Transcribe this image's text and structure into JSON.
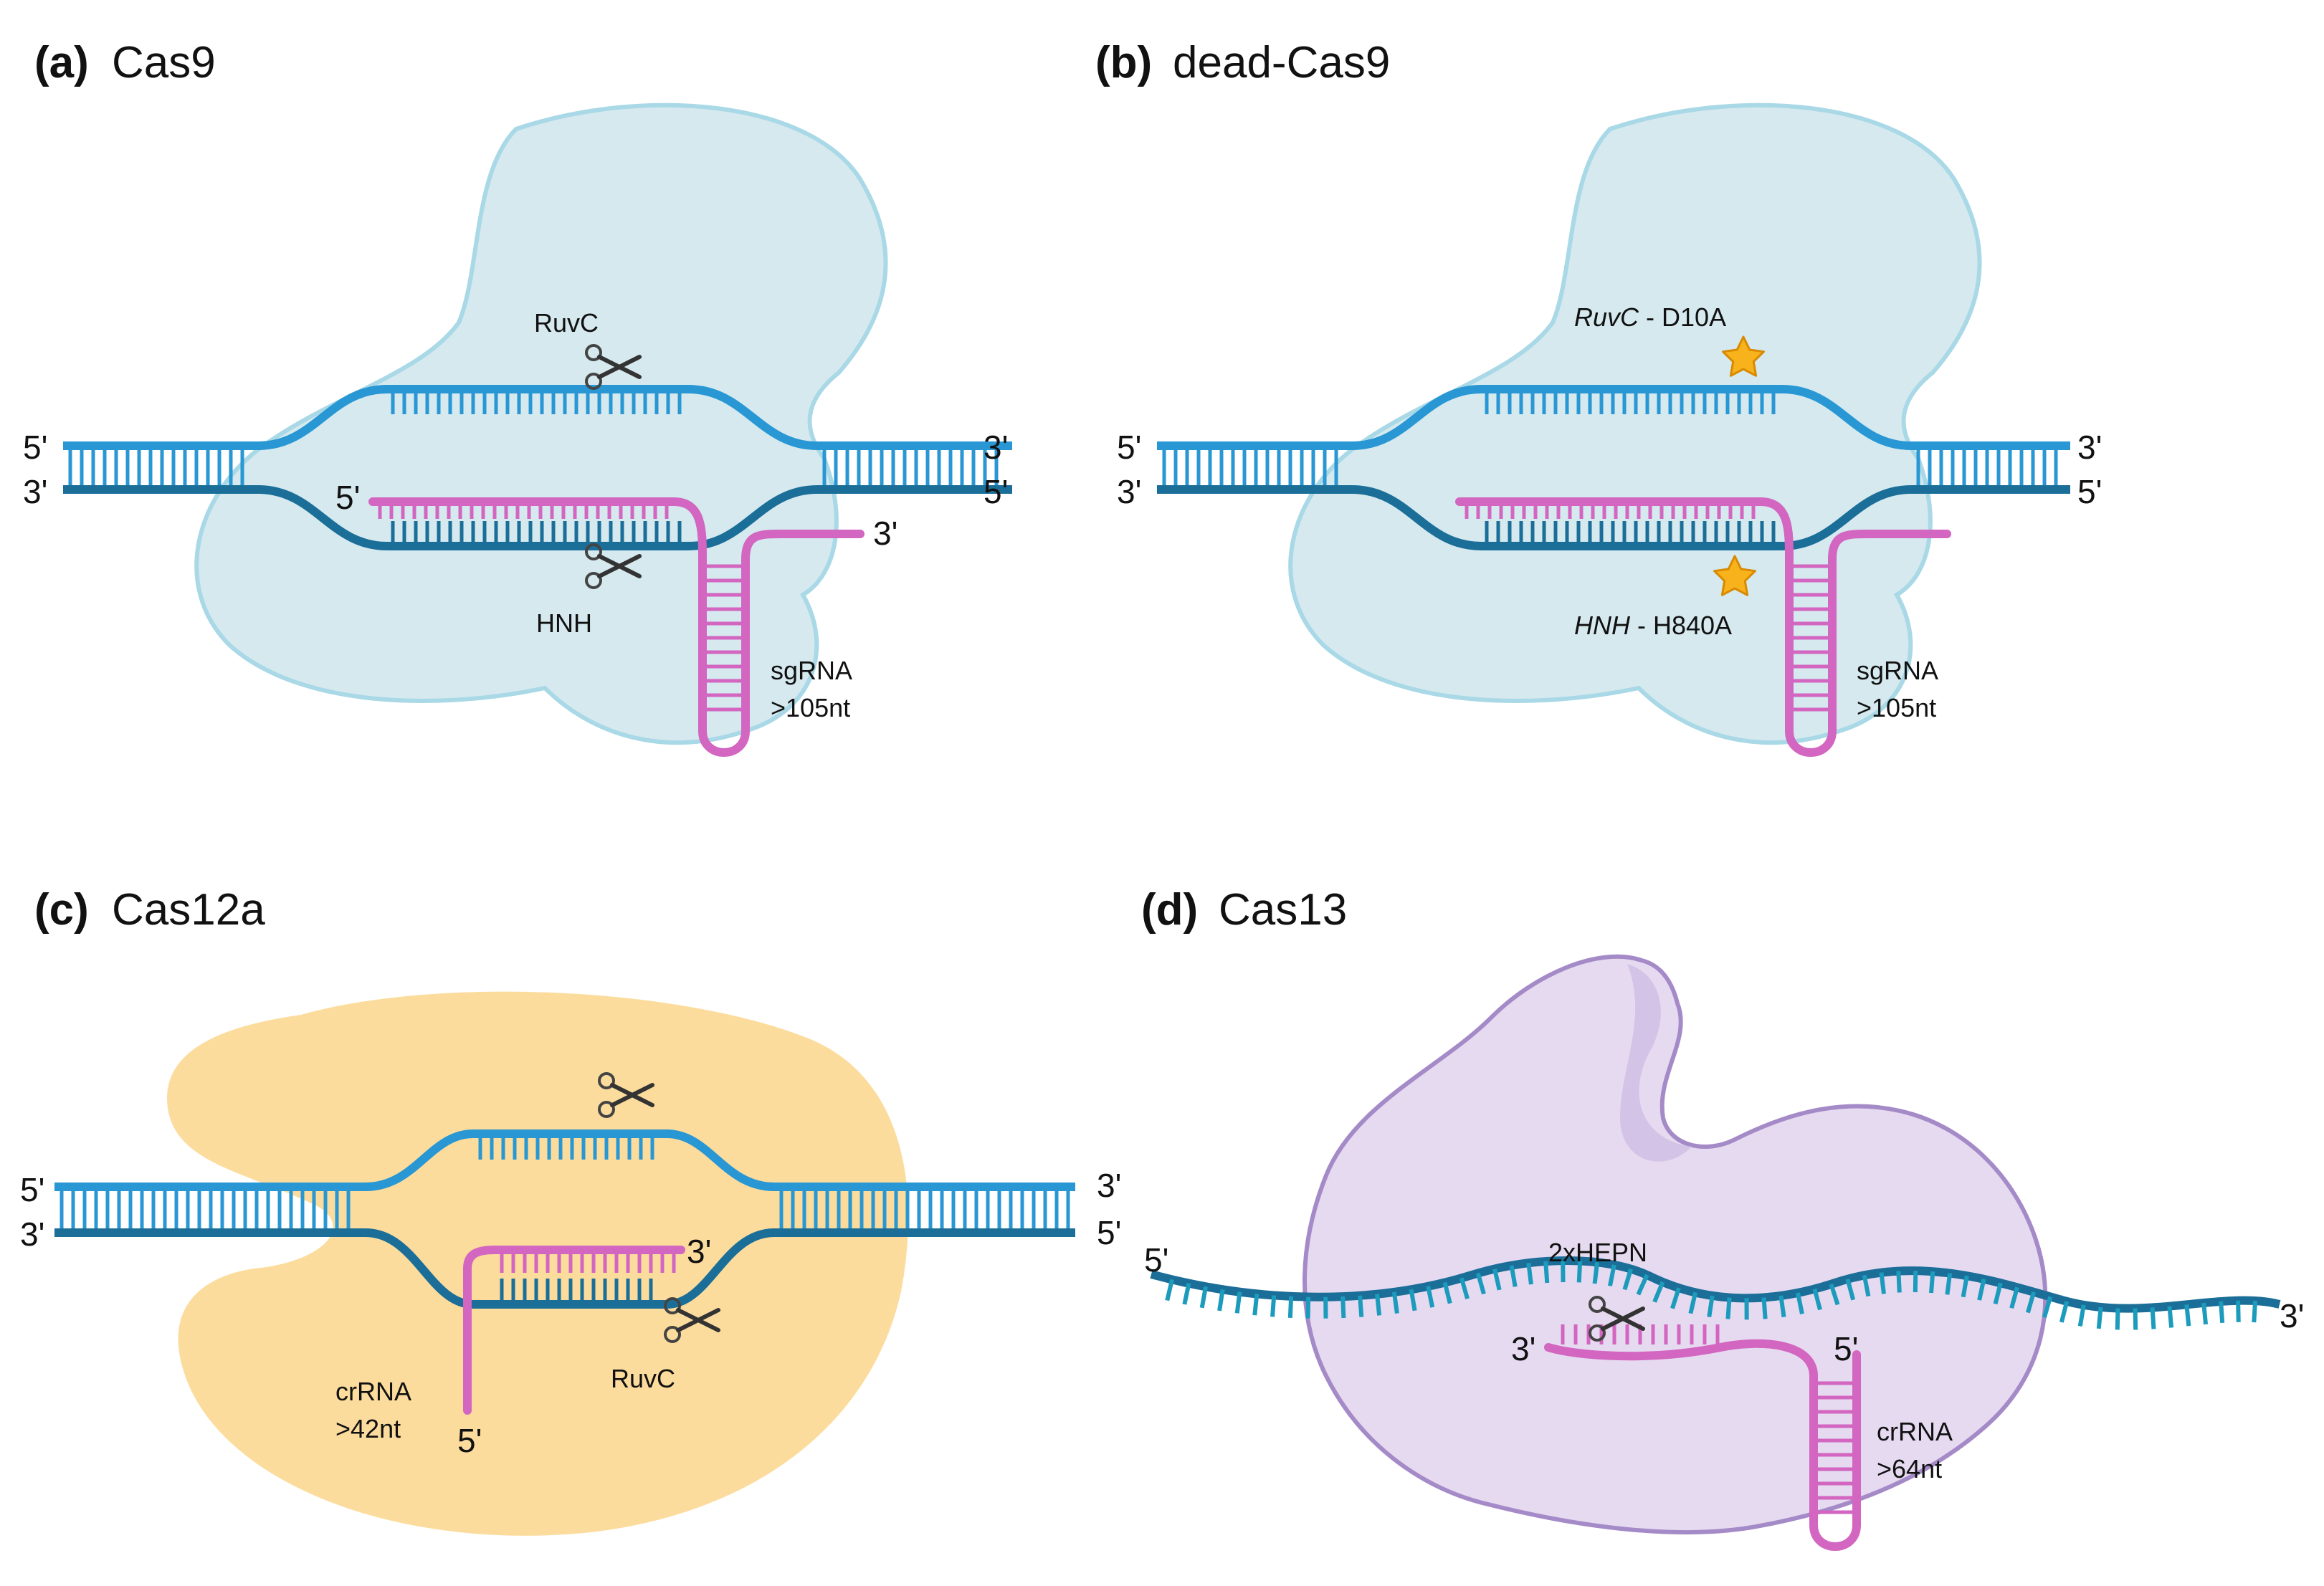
{
  "panels": [
    {
      "letter": "(a)",
      "name": "Cas9",
      "ends": {
        "top_left": "5'",
        "bottom_left": "3'",
        "top_right": "3'",
        "bottom_right": "5'",
        "guide_start": "5'",
        "guide_end": "3'"
      },
      "sites": {
        "top": "RuvC",
        "bottom": "HNH"
      },
      "guide": {
        "name": "sgRNA",
        "length": ">105nt"
      }
    },
    {
      "letter": "(b)",
      "name": "dead-Cas9",
      "ends": {
        "top_left": "5'",
        "bottom_left": "3'",
        "top_right": "3'",
        "bottom_right": "5'"
      },
      "mutations": {
        "top_domain": "RuvC",
        "top_mut": " - D10A",
        "bottom_domain": "HNH",
        "bottom_mut": " - H840A"
      },
      "guide": {
        "name": "sgRNA",
        "length": ">105nt"
      }
    },
    {
      "letter": "(c)",
      "name": "Cas12a",
      "ends": {
        "top_left": "5'",
        "bottom_left": "3'",
        "top_right": "3'",
        "bottom_right": "5'",
        "guide_start": "5'",
        "guide_end": "3'"
      },
      "sites": {
        "bottom": "RuvC"
      },
      "guide": {
        "name": "crRNA",
        "length": ">42nt"
      }
    },
    {
      "letter": "(d)",
      "name": "Cas13",
      "ends": {
        "left": "5'",
        "right": "3'",
        "guide_left": "3'",
        "guide_right": "5'"
      },
      "sites": {
        "top": "2xHEPN"
      },
      "guide": {
        "name": "crRNA",
        "length": ">64nt"
      }
    }
  ],
  "colors": {
    "cas9_body": "#d5e9ef",
    "cas9_outline": "#a9d8e6",
    "cas12a_body": "#fcdc9d",
    "cas13_body": "#e6daf0",
    "cas13_outline": "#a58ac8",
    "dna_top": "#2897d4",
    "dna_bottom": "#1b6e98",
    "rna": "#d266c0",
    "star": "#f8b21c"
  },
  "icons": {
    "cut_site": "scissors-icon",
    "mutation": "star-icon"
  }
}
